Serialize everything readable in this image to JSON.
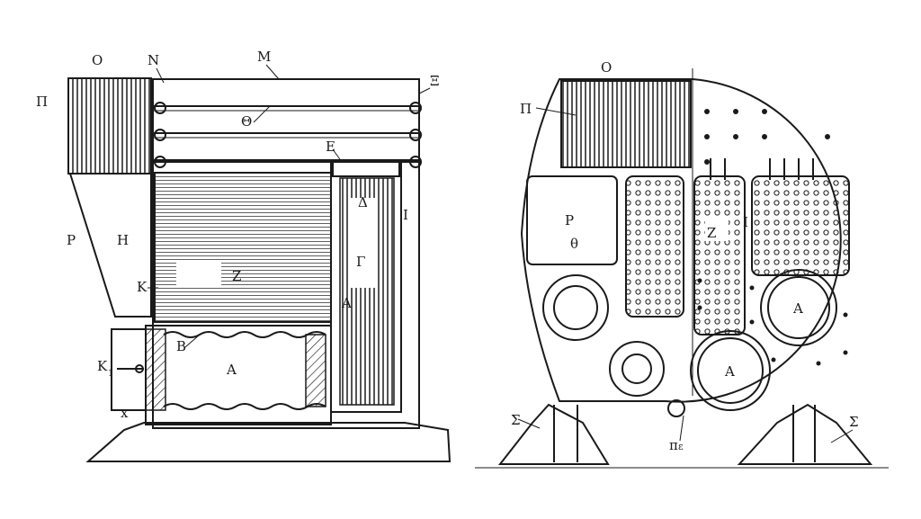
{
  "figure": {
    "left_view_labels": {
      "O": "O",
      "N": "N",
      "M": "M",
      "Xi": "Ξ",
      "Pi": "Π",
      "Theta": "Θ",
      "E": "E",
      "Delta": "Δ",
      "I": "I",
      "Gamma": "Γ",
      "Alpha_small": "A",
      "Z": "Z",
      "P": "P",
      "H": "H",
      "K": "K",
      "B": "B",
      "A": "A",
      "K1": "K",
      "K1_sub": "1",
      "x": "x"
    },
    "right_view_labels": {
      "O": "O",
      "Pi": "Π",
      "P": "P",
      "theta": "θ",
      "Z": "Z",
      "I": "I",
      "A_upper": "A",
      "A_lower": "A",
      "Sigma_left": "Σ",
      "Sigma_right": "Σ",
      "pi": "π",
      "pi_sub": "ε"
    },
    "colors": {
      "ink": "#1a1a1a",
      "paper": "#ffffff"
    }
  }
}
